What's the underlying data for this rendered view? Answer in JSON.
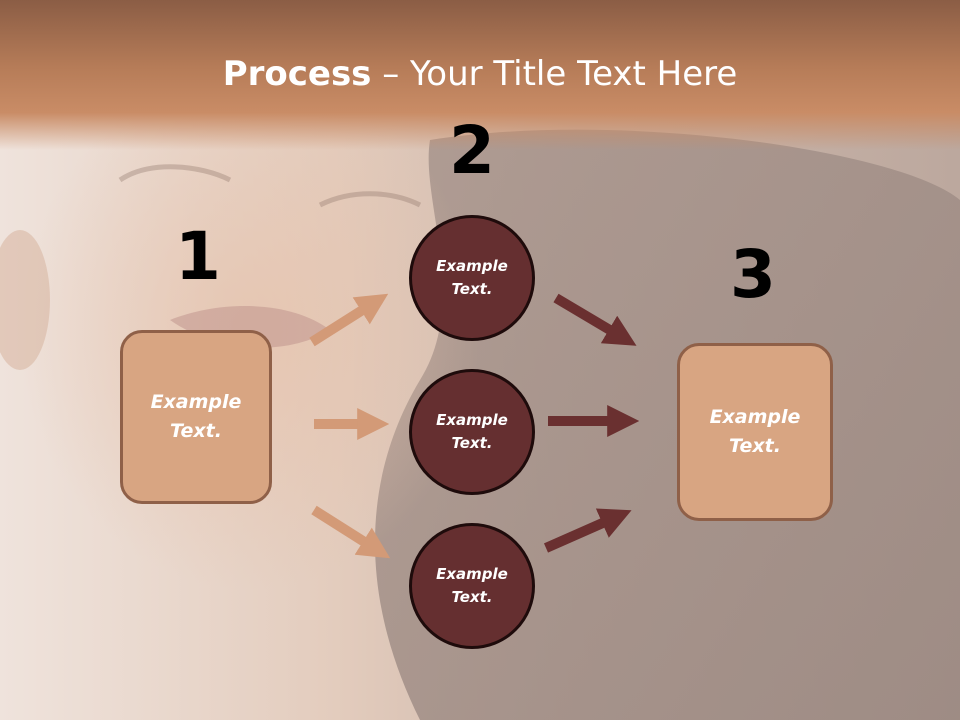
{
  "title": {
    "bold": "Process",
    "rest": " – Your Title Text Here"
  },
  "steps": [
    {
      "number": "1",
      "label": "Example\nText."
    },
    {
      "number": "2"
    },
    {
      "number": "3",
      "label": "Example\nText."
    }
  ],
  "circles": [
    {
      "label": "Example\nText."
    },
    {
      "label": "Example\nText."
    },
    {
      "label": "Example\nText."
    }
  ],
  "colors": {
    "title_band": "#b67c58",
    "box_fill": "#d8a582",
    "box_border": "#8f6048",
    "circle_fill": "#652f30",
    "arrow_light": "#d39a77",
    "arrow_dark": "#6a3030"
  }
}
